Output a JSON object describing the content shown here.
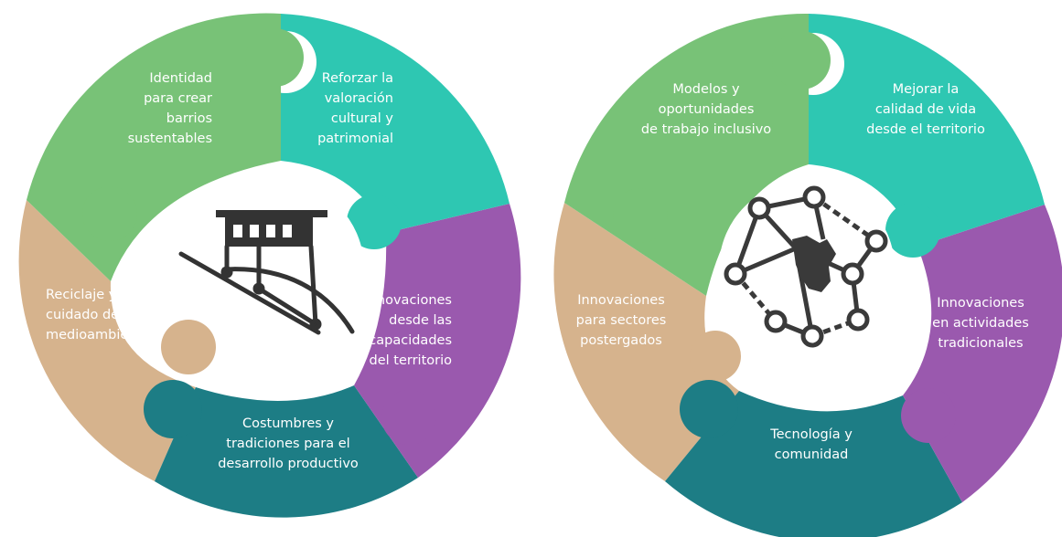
{
  "diagrams": [
    {
      "name": "left",
      "center_icon": "funicular-icon",
      "segments": [
        {
          "id": "green",
          "color": "#78c277",
          "lines": [
            "Identidad",
            "para crear",
            "barrios",
            "sustentables"
          ]
        },
        {
          "id": "teal",
          "color": "#2ec7b2",
          "lines": [
            "Reforzar la",
            "valoración",
            "cultural y",
            "patrimonial"
          ]
        },
        {
          "id": "purple",
          "color": "#9a59ae",
          "lines": [
            "Innovaciones",
            "desde las",
            "capacidades",
            "del territorio"
          ]
        },
        {
          "id": "darkteal",
          "color": "#1d7d85",
          "lines": [
            "Costumbres y",
            "tradiciones para el",
            "desarrollo productivo"
          ]
        },
        {
          "id": "tan",
          "color": "#d6b38d",
          "lines": [
            "Reciclaje y",
            "cuidado del",
            "medioambiente"
          ]
        }
      ]
    },
    {
      "name": "right",
      "center_icon": "network-map-icon",
      "segments": [
        {
          "id": "green",
          "color": "#78c277",
          "lines": [
            "Modelos y",
            "oportunidades",
            "de trabajo inclusivo"
          ]
        },
        {
          "id": "teal",
          "color": "#2ec7b2",
          "lines": [
            "Mejorar la",
            "calidad de vida",
            "desde el territorio"
          ]
        },
        {
          "id": "purple",
          "color": "#9a59ae",
          "lines": [
            "Innovaciones",
            "en actividades",
            "tradicionales"
          ]
        },
        {
          "id": "darkteal",
          "color": "#1d7d85",
          "lines": [
            "Tecnología y",
            "comunidad"
          ]
        },
        {
          "id": "tan",
          "color": "#d6b38d",
          "lines": [
            "Innovaciones",
            "para sectores",
            "postergados"
          ]
        }
      ]
    }
  ]
}
